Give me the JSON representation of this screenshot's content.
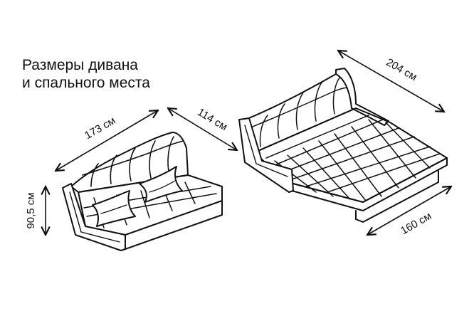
{
  "title": {
    "line1": "Размеры дивана",
    "line2": "и спального места"
  },
  "dimensions": {
    "sofa_width": "173 см",
    "sofa_height": "90,5 см",
    "sofa_depth": "114 см",
    "bed_length": "204 см",
    "bed_width": "160 см"
  },
  "colors": {
    "stroke": "#111111",
    "upholstery": "#3a3a3a",
    "background": "#ffffff"
  }
}
